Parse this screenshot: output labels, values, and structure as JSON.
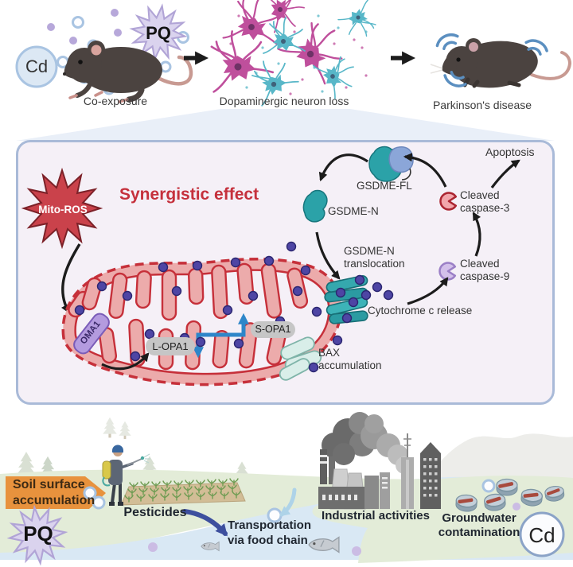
{
  "top": {
    "cd": "Cd",
    "pq": "PQ",
    "caption_coexposure": "Co-exposure",
    "caption_neuron_loss": "Dopaminergic neuron loss",
    "caption_parkinsons": "Parkinson's disease"
  },
  "panel": {
    "title": "Synergistic effect",
    "mito_ros": "Mito-ROS",
    "oma1": "OMA1",
    "l_opa1": "L-OPA1",
    "s_opa1": "S-OPA1",
    "gsdme_fl": "GSDME-FL",
    "gsdme_n": "GSDME-N",
    "translocation": [
      "GSDME-N",
      "translocation"
    ],
    "cytochrome": "Cytochrome c release",
    "caspase9": [
      "Cleaved",
      "caspase-9"
    ],
    "caspase3": [
      "Cleaved",
      "caspase-3"
    ],
    "apoptosis": "Apoptosis",
    "bax": [
      "BAX",
      "accumulation"
    ]
  },
  "bottom": {
    "soil": [
      "Soil surface",
      "accumulation"
    ],
    "pq": "PQ",
    "pesticides": "Pesticides",
    "transport": [
      "Transportation",
      "via food chain"
    ],
    "industrial": "Industrial activities",
    "groundwater": [
      "Groundwater",
      "contamination"
    ],
    "cd": "Cd"
  },
  "colors": {
    "accent_red": "#c5303c",
    "panel_border": "#a9bad8",
    "mito_pink": "#ecabab",
    "mito_red": "#c6303a",
    "teal": "#2ba2a8",
    "purple_dot": "#4e45a4",
    "orange_banner": "#e8923d",
    "water": "#d9e8f4",
    "land": "#e3ecd8"
  }
}
